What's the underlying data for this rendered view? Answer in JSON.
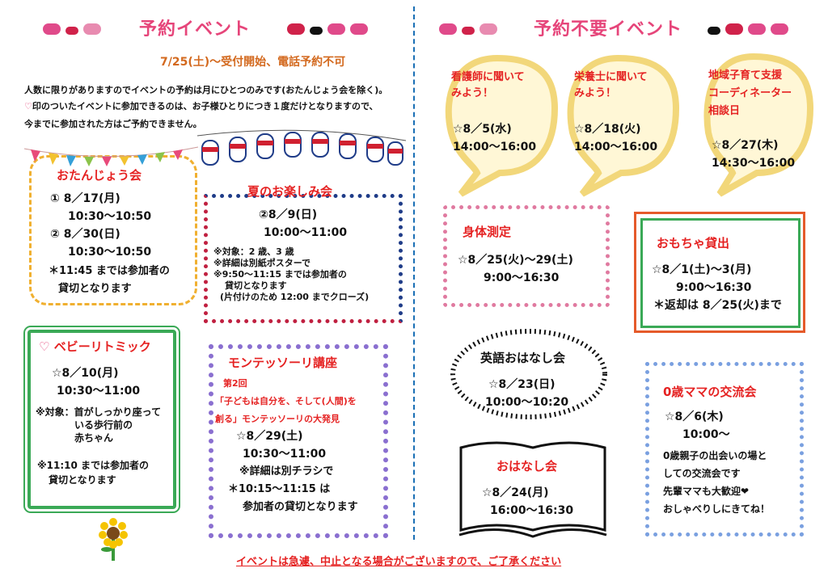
{
  "left": {
    "title": "予約イベント",
    "notice_date": "7/25(土)～受付開始、電話予約不可",
    "intro_1": "人数に限りがありますのでイベントの予約は月にひとつのみです(おたんじょう会を除く)。",
    "intro_2": "印のついたイベントに参加できるのは、お子様ひとりにつき１度だけとなりますので、",
    "intro_3": "今までに参加された方はご予約できません。",
    "birthday": {
      "title": "おたんじょう会",
      "line1": "① 8／17(月)",
      "line2": "10:30～10:50",
      "line3": "② 8／30(日)",
      "line4": "10:30～10:50",
      "line5": "＊11:45 までは参加者の",
      "line6": "貸切となります"
    },
    "summer": {
      "title": "夏のお楽しみ会",
      "line1": "②8／9(日)",
      "line2": "10:00～11:00",
      "line3": "※対象：2 歳、3 歳",
      "line4": "※詳細は別紙ポスターで",
      "line5": "※9:50～11:15 までは参加者の",
      "line6": "貸切となります",
      "line7": "(片付けのため 12:00 までクローズ)"
    },
    "baby": {
      "title": "ベビーリトミック",
      "line1": "☆8／10(月)",
      "line2": "10:30～11:00",
      "line3": "※対象：首がしっかり座って",
      "line4": "いる歩行前の",
      "line5": "赤ちゃん",
      "line6": "※11:10 までは参加者の",
      "line7": "貸切となります"
    },
    "montessori": {
      "title": "モンテッソーリ講座",
      "sub1": "第2回",
      "sub2": "「子どもは自分を、そして(人間)を",
      "sub3": "創る」モンテッソーリの大発見",
      "line1": "☆8／29(土)",
      "line2": "10:30～11:00",
      "line3": "※詳細は別チラシで",
      "line4": "＊10:15～11:15 は",
      "line5": "参加者の貸切となります"
    }
  },
  "right": {
    "title": "予約不要イベント",
    "nurse": {
      "title1": "看護師に聞いて",
      "title2": "みよう！",
      "date": "☆8／5(水)",
      "time": "14:00～16:00"
    },
    "nutrition": {
      "title1": "栄養士に聞いて",
      "title2": "みよう！",
      "date": "☆8／18(火)",
      "time": "14:00～16:00"
    },
    "coordinator": {
      "title1": "地域子育て支援",
      "title2": "コーディネーター",
      "title3": "相談日",
      "date": "☆8／27(木)",
      "time": "14:30～16:00"
    },
    "measure": {
      "title": "身体測定",
      "date": "☆8／25(火)～29(土)",
      "time": "9:00～16:30"
    },
    "toy": {
      "title": "おもちゃ貸出",
      "date": "☆8／1(土)～3(月)",
      "time": "9:00～16:30",
      "note": "＊返却は 8／25(火)まで"
    },
    "english": {
      "title": "英語おはなし会",
      "date": "☆8／23(日)",
      "time": "10:00～10:20"
    },
    "story": {
      "title": "おはなし会",
      "date": "☆8／24(月)",
      "time": "16:00～16:30"
    },
    "mama": {
      "title": "0歳ママの交流会",
      "date": "☆8／6(木)",
      "time": "10:00～",
      "line1": "0歳親子の出会いの場と",
      "line2": "しての交流会です",
      "line3": "先輩ママも大歓迎❤",
      "line4": "おしゃべりしにきてね！"
    }
  },
  "footer": "イベントは急遽、中止となる場合がございますので、ご了承ください",
  "colors": {
    "pink": "#e6457a",
    "red": "#e52222",
    "orange": "#d3691e",
    "green": "#3aa956",
    "divider": "#1a6fb5",
    "bubble": "#f2d77a"
  }
}
